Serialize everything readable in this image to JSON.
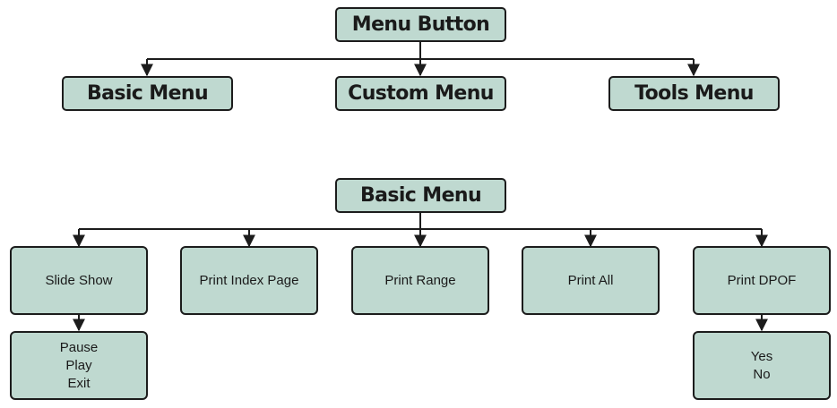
{
  "top_tree": {
    "root": "Menu Button",
    "children": [
      "Basic Menu",
      "Custom Menu",
      "Tools Menu"
    ]
  },
  "basic_tree": {
    "root": "Basic Menu",
    "children": [
      "Slide Show",
      "Print Index Page",
      "Print Range",
      "Print All",
      "Print DPOF"
    ],
    "slide_show_options": [
      "Pause",
      "Play",
      "Exit"
    ],
    "print_dpof_options": [
      "Yes",
      "No"
    ]
  },
  "colors": {
    "box_fill": "#bfd9d0",
    "box_border": "#1c1c1c",
    "connector": "#1c1c1c"
  }
}
